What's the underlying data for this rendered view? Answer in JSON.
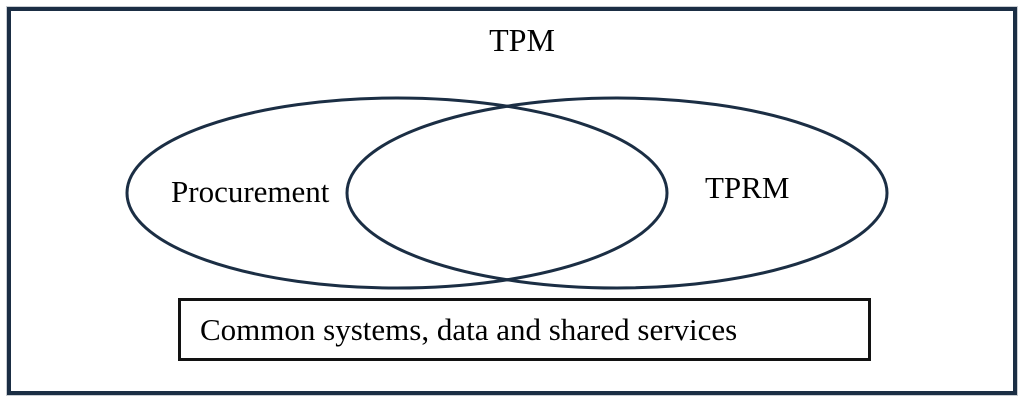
{
  "diagram": {
    "title": "TPM",
    "left_set_label": "Procurement",
    "right_set_label": "TPRM",
    "bottom_box_label": "Common systems, data and shared services",
    "colors": {
      "frame_border": "#1b2e44",
      "ellipse_stroke": "#1b2e44",
      "box_border": "#121212",
      "text": "#000000",
      "background": "#ffffff"
    }
  }
}
